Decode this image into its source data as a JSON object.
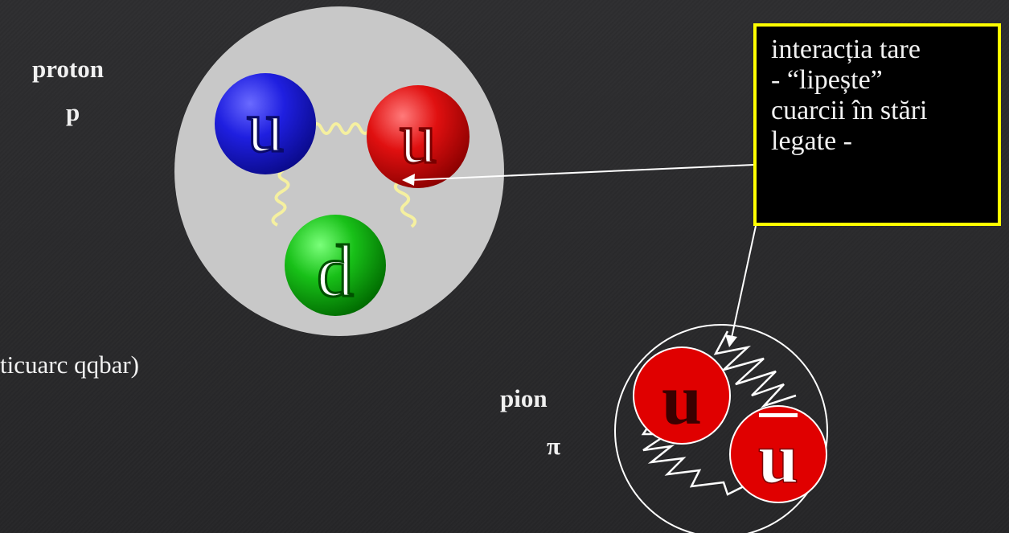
{
  "proton": {
    "name": "proton",
    "symbol": "p",
    "quarks": [
      "u",
      "u",
      "d"
    ],
    "quark_colors": [
      "#1a1ad6",
      "#e00a0a",
      "#10b010"
    ],
    "body_color": "#c8c8c8"
  },
  "pion": {
    "name": "pion",
    "symbol": "π",
    "quarks": [
      "u",
      "u"
    ],
    "quark_color": "#e00000"
  },
  "callout": {
    "lines": [
      "interacția tare",
      "- “lipește”",
      "cuarcii în stări",
      "legate -"
    ],
    "border_color": "#ffff00"
  },
  "partial_text": "ticuarc qqbar)",
  "gluon_color": "#f5f0a0"
}
